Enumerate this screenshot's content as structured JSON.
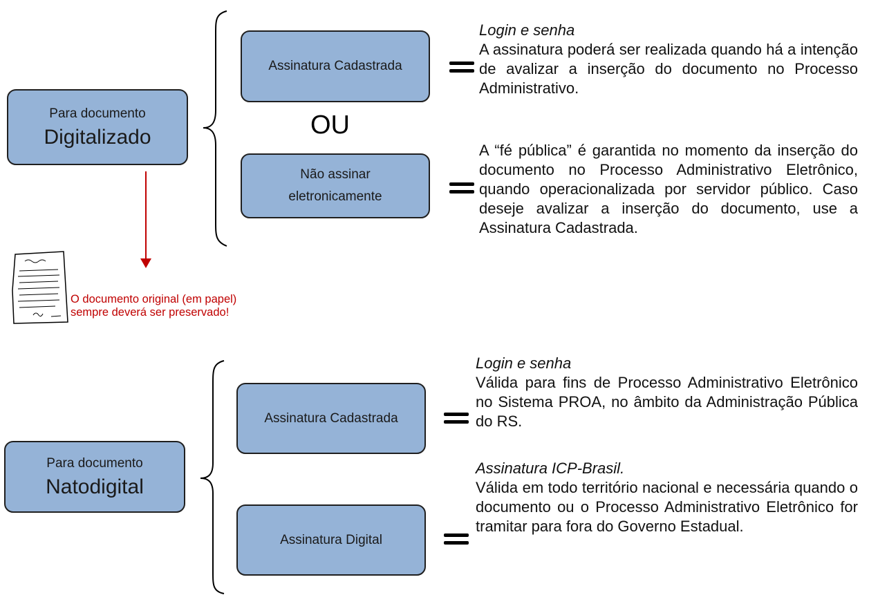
{
  "sections": [
    {
      "main": {
        "small": "Para documento",
        "big": "Digitalizado"
      },
      "options": [
        {
          "label": "Assinatura Cadastrada",
          "heading": "Login e senha",
          "text": "A assinatura poderá ser realizada quando há a intenção de avalizar a inserção do documento no Processo Administrativo."
        },
        {
          "label": "Não assinar eletronicamente",
          "heading": "",
          "text": "A “fé pública” é garantida no momento da inserção do documento no Processo Administrativo Eletrônico, quando operacionalizada por servidor público. Caso deseje avalizar a inserção do documento, use a Assinatura Cadastrada."
        }
      ],
      "separator": "OU",
      "note": [
        "O documento original (em papel)",
        "sempre deverá ser preservado!"
      ]
    },
    {
      "main": {
        "small": "Para documento",
        "big": "Natodigital"
      },
      "options": [
        {
          "label": "Assinatura Cadastrada",
          "heading": "Login e senha",
          "text": "Válida para fins de Processo Administrativo Eletrônico no Sistema PROA, no âmbito da Administração Pública do RS."
        },
        {
          "label": "Assinatura Digital",
          "heading": "Assinatura ICP-Brasil.",
          "text": "Válida em todo território nacional e necessária quando o documento ou o Processo Administrativo Eletrônico for tramitar para fora do Governo Estadual."
        }
      ]
    }
  ],
  "colors": {
    "box_fill": "#95b3d7",
    "box_border": "#1f1f1f",
    "arrow": "#c00000",
    "note": "#c00000"
  },
  "icons": [
    "document-paper-icon",
    "down-arrow-icon",
    "curly-brace-icon",
    "equals-icon"
  ]
}
